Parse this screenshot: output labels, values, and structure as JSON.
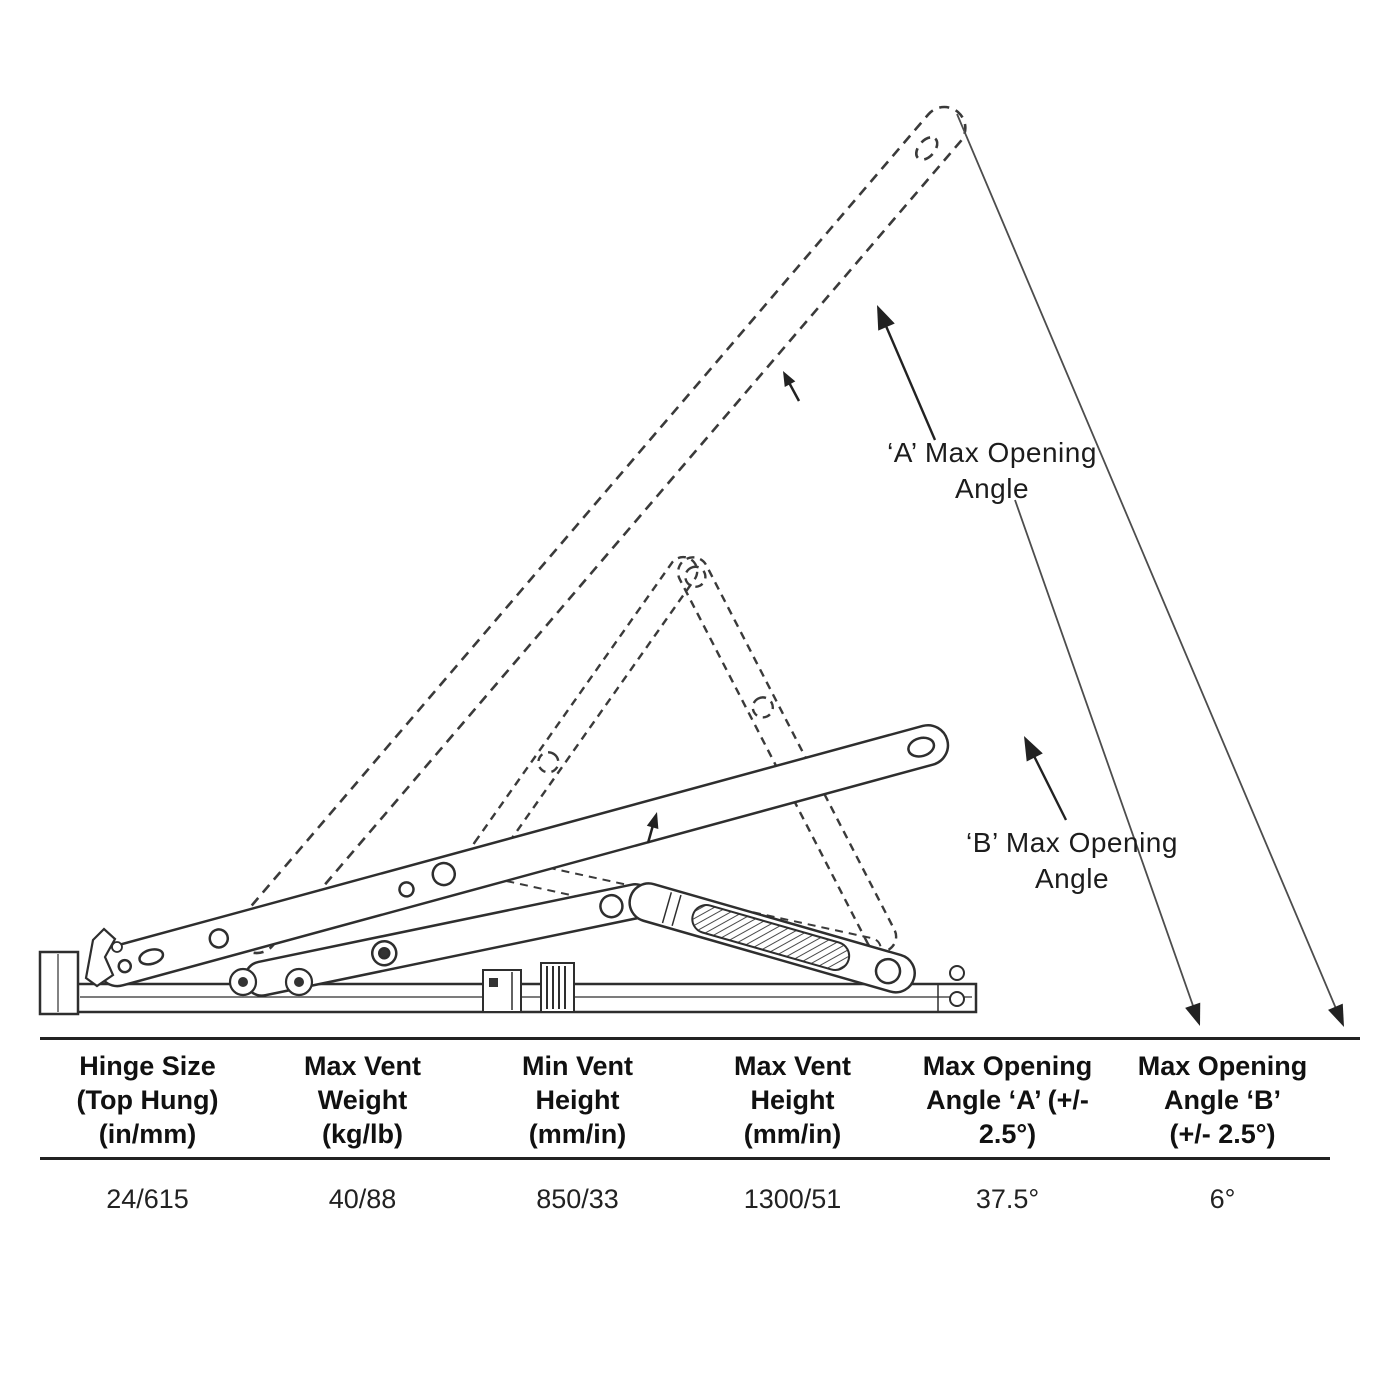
{
  "diagram": {
    "label_a_line1": "‘A’ Max Opening",
    "label_a_line2": "Angle",
    "label_b_line1": "‘B’ Max Opening",
    "label_b_line2": "Angle"
  },
  "table": {
    "columns": [
      {
        "header_lines": [
          "Hinge Size",
          "(Top Hung)",
          "(in/mm)"
        ],
        "value": "24/615"
      },
      {
        "header_lines": [
          "Max Vent",
          "Weight",
          "(kg/lb)"
        ],
        "value": "40/88"
      },
      {
        "header_lines": [
          "Min Vent",
          "Height",
          "(mm/in)"
        ],
        "value": "850/33"
      },
      {
        "header_lines": [
          "Max Vent",
          "Height",
          "(mm/in)"
        ],
        "value": "1300/51"
      },
      {
        "header_lines": [
          "Max Opening",
          "Angle ‘A’ (+/-",
          "2.5°)"
        ],
        "value": "37.5°"
      },
      {
        "header_lines": [
          "Max Opening",
          "Angle ‘B’",
          "(+/- 2.5°)"
        ],
        "value": "6°"
      }
    ]
  }
}
